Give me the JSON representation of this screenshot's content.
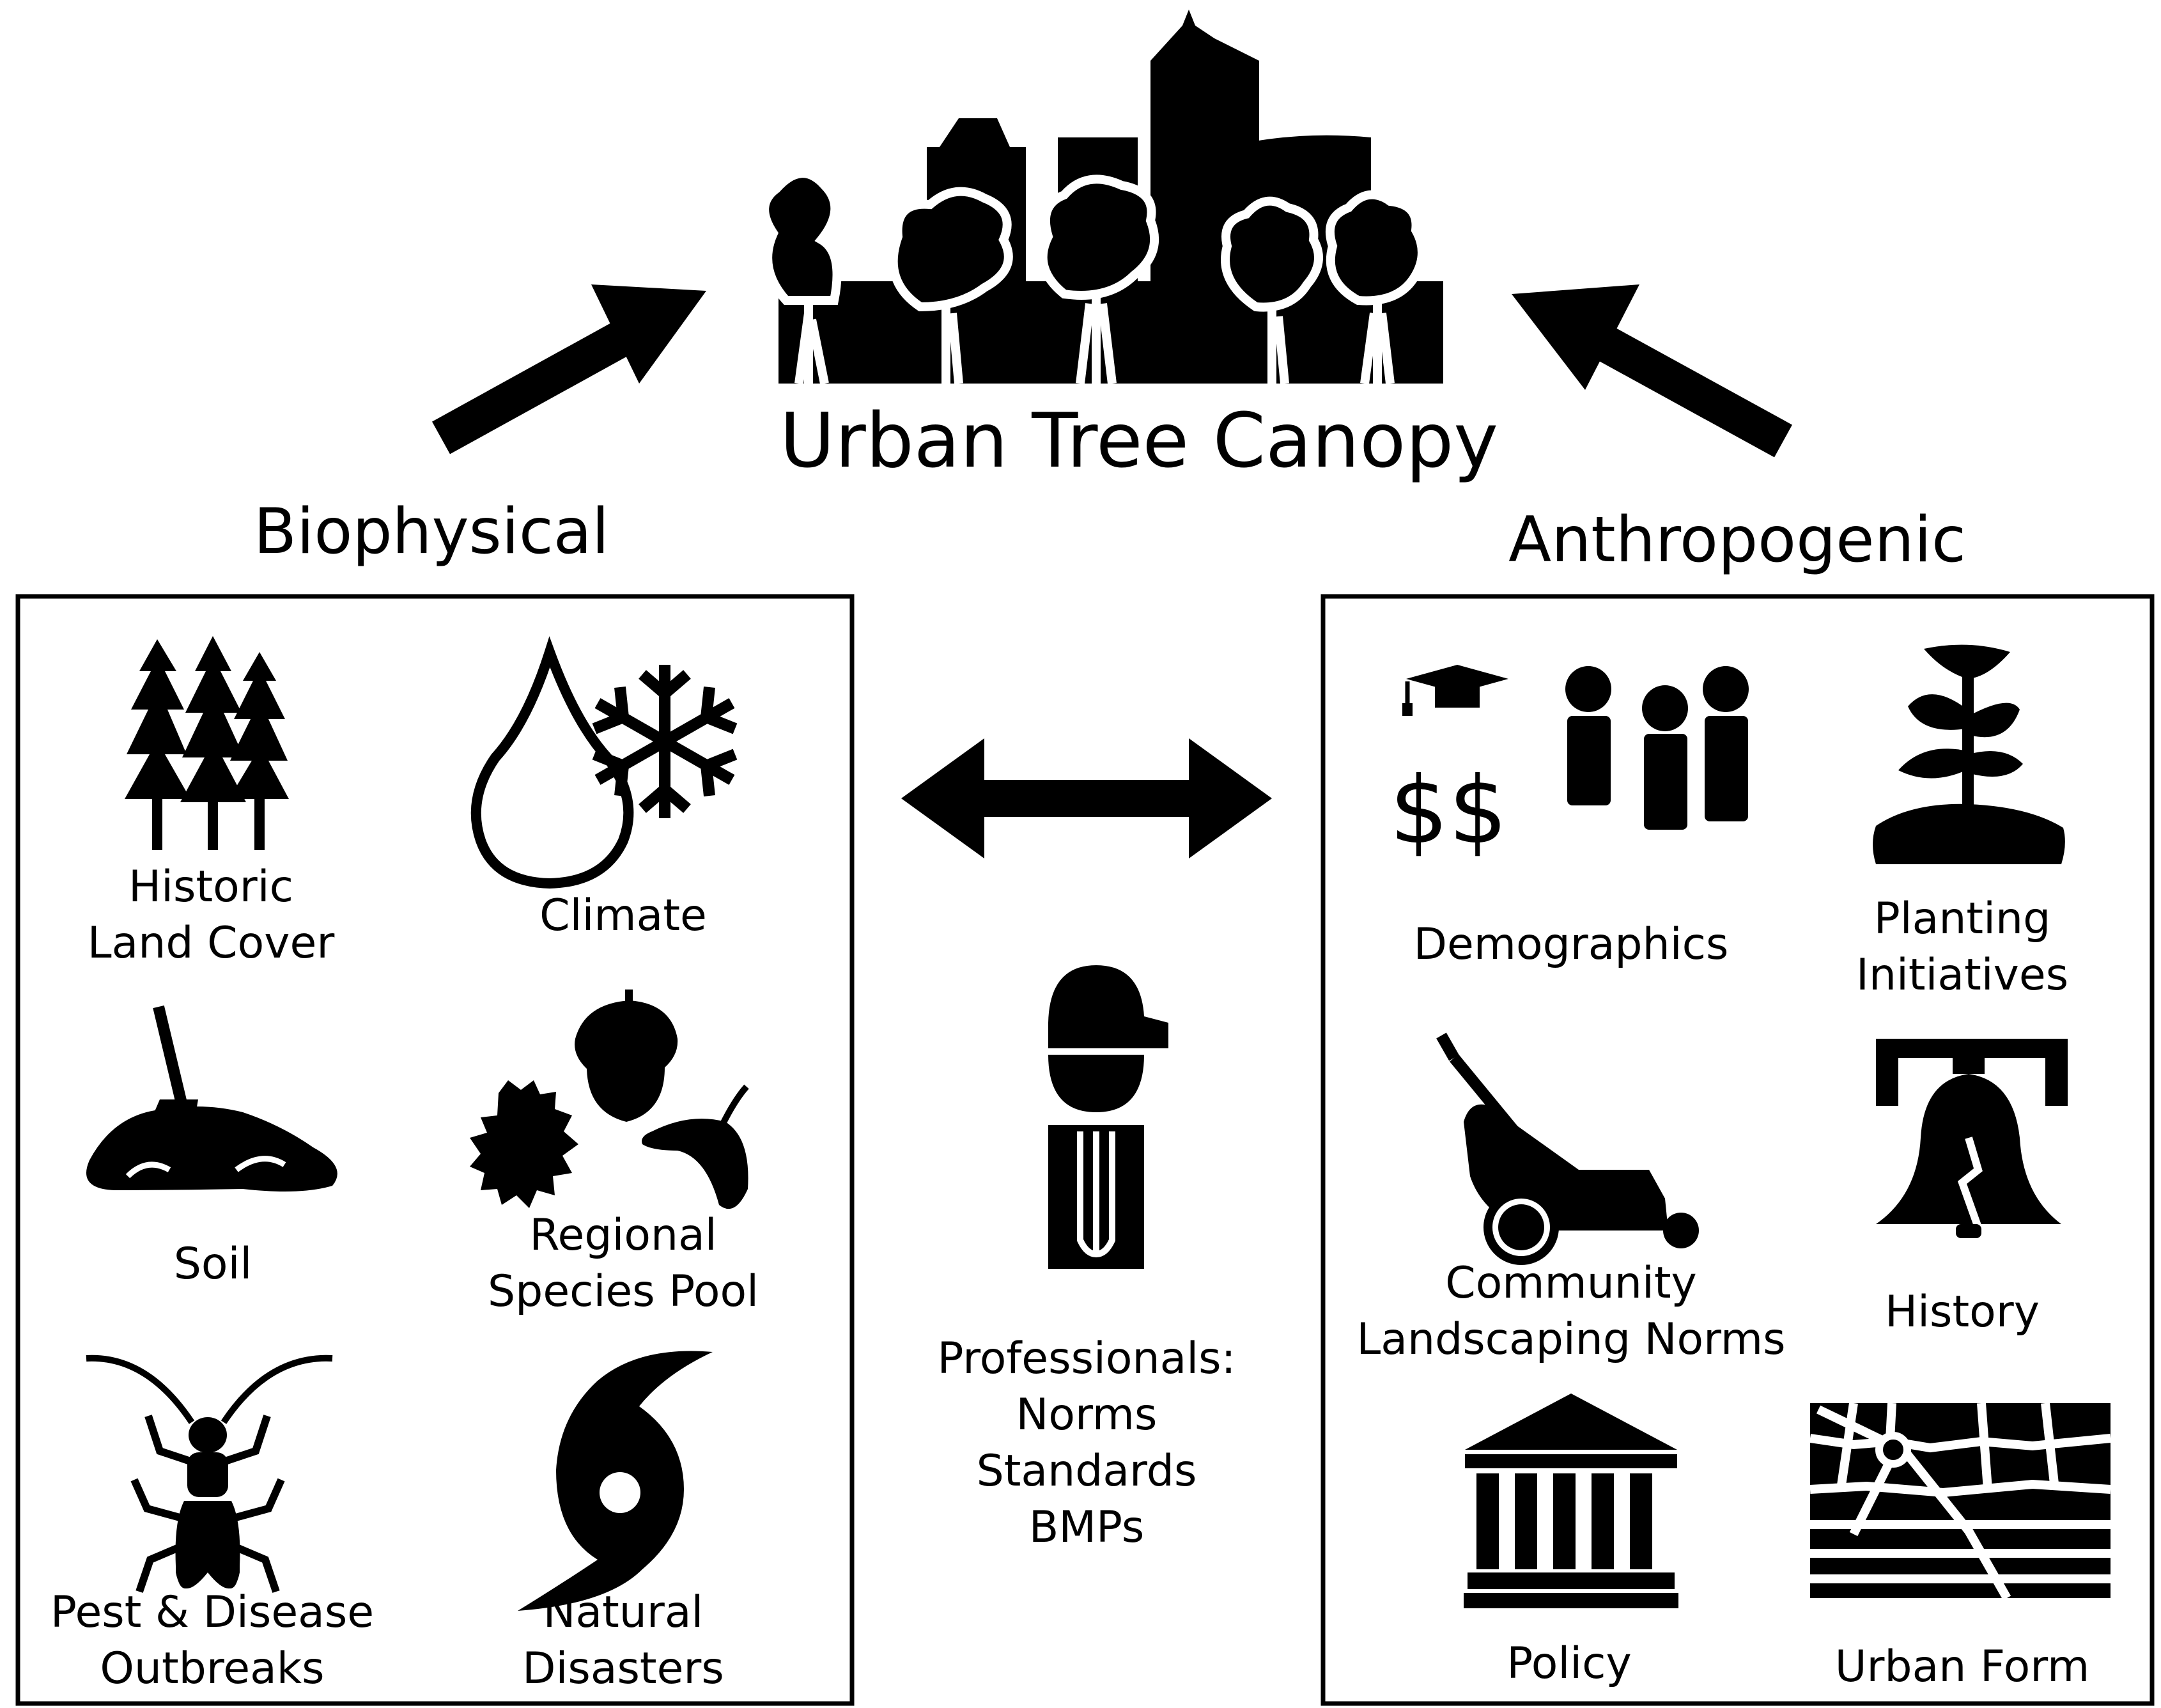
{
  "title": "Urban Tree Canopy",
  "colors": {
    "ink": "#000000",
    "background": "#ffffff"
  },
  "biophysical": {
    "heading": "Biophysical",
    "items": [
      {
        "icon": "tree-stand-icon",
        "lines": [
          "Historic",
          "Land Cover"
        ]
      },
      {
        "icon": "water-drop-snowflake-icon",
        "lines": [
          "Climate"
        ]
      },
      {
        "icon": "soil-shovel-icon",
        "lines": [
          "Soil"
        ]
      },
      {
        "icon": "pinecone-acorn-seed-icon",
        "lines": [
          "Regional",
          "Species Pool"
        ]
      },
      {
        "icon": "beetle-icon",
        "lines": [
          "Pest & Disease",
          "Outbreaks"
        ]
      },
      {
        "icon": "hurricane-icon",
        "lines": [
          "Natural",
          "Disasters"
        ]
      }
    ]
  },
  "anthropogenic": {
    "heading": "Anthropogenic",
    "items": [
      {
        "icon": "people-money-icon",
        "lines": [
          "Demographics"
        ]
      },
      {
        "icon": "seedling-icon",
        "lines": [
          "Planting",
          "Initiatives"
        ]
      },
      {
        "icon": "lawn-mower-icon",
        "lines": [
          "Community",
          "Landscaping Norms"
        ]
      },
      {
        "icon": "liberty-bell-icon",
        "lines": [
          "History"
        ]
      },
      {
        "icon": "government-building-icon",
        "lines": [
          "Policy"
        ]
      },
      {
        "icon": "street-map-icon",
        "lines": [
          "Urban Form"
        ]
      }
    ]
  },
  "professionals": {
    "icon": "worker-icon",
    "lines": [
      "Professionals:",
      "Norms",
      "Standards",
      "BMPs"
    ]
  },
  "connectors": [
    "arrow-up-right-icon",
    "arrow-up-left-icon",
    "double-arrow-icon"
  ]
}
